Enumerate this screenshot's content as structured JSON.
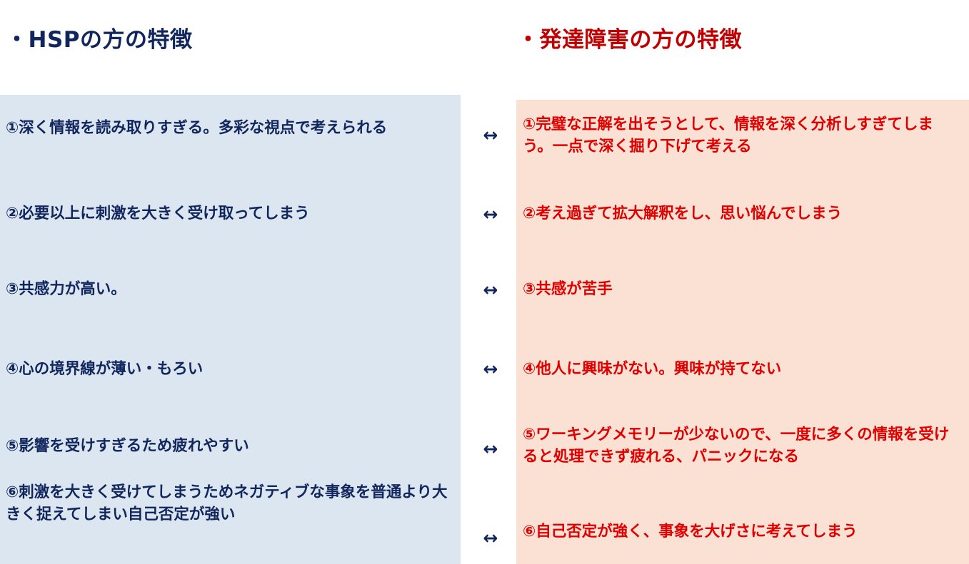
{
  "headings": {
    "left": "・HSPの方の特徴",
    "right": "・発達障害の方の特徴"
  },
  "colors": {
    "left_panel_bg": "#dce6f1",
    "right_panel_bg": "#fbe0d4",
    "left_text": "#12265e",
    "right_text": "#e00000",
    "arrow": "#12265e",
    "page_bg": "#ffffff"
  },
  "arrow_symbol": "↔",
  "rows": [
    {
      "left": "①深く情報を読み取りすぎる。多彩な視点で考えられる",
      "arrow": "↔",
      "right": "①完璧な正解を出そうとして、情報を深く分析しすぎてしまう。一点で深く掘り下げて考える"
    },
    {
      "left": "②必要以上に刺激を大きく受け取ってしまう",
      "arrow": "↔",
      "right": "②考え過ぎて拡大解釈をし、思い悩んでしまう"
    },
    {
      "left": "③共感力が高い。",
      "arrow": "↔",
      "right": "③共感が苦手"
    },
    {
      "left": "④心の境界線が薄い・もろい",
      "arrow": "↔",
      "right": "④他人に興味がない。興味が持てない"
    },
    {
      "left": "⑤影響を受けすぎるため疲れやすい",
      "arrow": "↔",
      "right": "⑤ワーキングメモリーが少ないので、一度に多くの情報を受けると処理できず疲れる、パニックになる"
    },
    {
      "left": "⑥刺激を大きく受けてしまうためネガティブな事象を普通より大きく捉えてしまい自己否定が強い",
      "arrow": "↔",
      "right": "⑥自己否定が強く、事象を大げさに考えてしまう"
    }
  ]
}
